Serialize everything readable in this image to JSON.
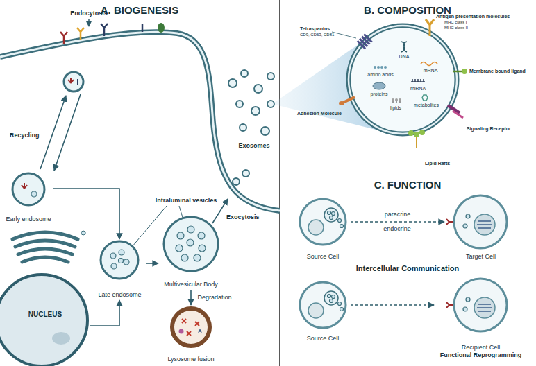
{
  "diagram": {
    "nodes": [
      {
        "text": [
          "Early endosome"
        ]
      },
      {
        "text": [
          "Late endosome"
        ]
      },
      {
        "text": [
          "Multivesicular Body"
        ]
      },
      {
        "text": [
          "NUCLEUS"
        ]
      },
      {
        "text": [
          "Lysosome fusion"
        ]
      },
      {
        "text": [
          "Source Cell"
        ]
      },
      {
        "text": [
          "Target Cell"
        ]
      },
      {
        "text": [
          "Source Cell"
        ]
      },
      {
        "text": [
          "Recipient Cell",
          "Functional Reprogramming"
        ]
      }
    ],
    "edges": [
      {
        "from": 0,
        "to": 1,
        "arrow": "to"
      },
      {
        "from": 1,
        "to": 2,
        "arrow": "to"
      },
      {
        "from": 3,
        "to": 1,
        "arrow": "to"
      },
      {
        "from": 2,
        "to": 4,
        "label": "Degradation",
        "arrow": "to"
      },
      {
        "from": 5,
        "to": 6,
        "label": "paracrine",
        "arrow": "to"
      },
      {
        "from": 7,
        "to": 8,
        "arrow": "to"
      }
    ],
    "labels": [
      "A. BIOGENESIS",
      "B. COMPOSITION",
      "C. FUNCTION",
      "Endocytosis",
      "Recycling",
      "Intraluminal vesicles",
      "Exocytosis",
      "Exosomes",
      "Tetraspanins",
      "CD9, CD63, CD81",
      "Antigen presentation molecules",
      "MHC class I",
      "MHC class II",
      "Membrane bound ligand",
      "Adhesion Molecule",
      "Signaling Receptor",
      "Lipid Rafts",
      "DNA",
      "mRNA",
      "amino acids",
      "proteins",
      "miRNA",
      "lipids",
      "metabolites",
      "endocrine",
      "Intercellular Communication"
    ]
  }
}
